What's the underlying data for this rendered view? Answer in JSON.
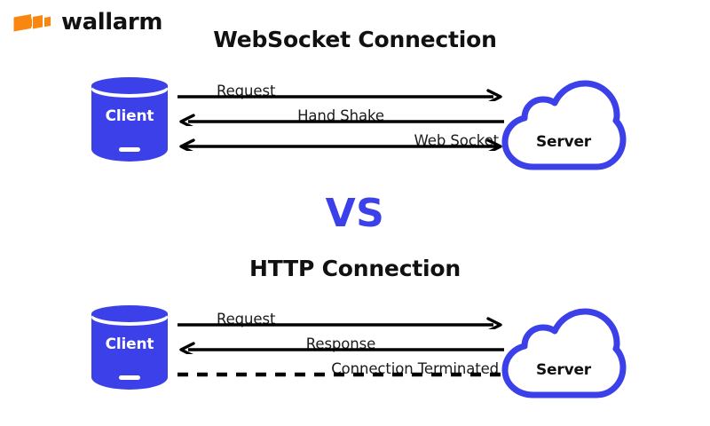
{
  "brand": {
    "name": "wallarm",
    "mark_icon": "wallarm-lightning-logo",
    "mark_color": "#F9860F",
    "text_color": "#111111"
  },
  "theme": {
    "blue": "#3B40E8",
    "orange": "#F9860F",
    "ink": "#111111",
    "background": "#FFFFFF"
  },
  "vs": {
    "label": "VS"
  },
  "sections": {
    "websocket": {
      "title": "WebSocket Connection",
      "client": {
        "label": "Client",
        "icon": "database-cylinder-icon"
      },
      "server": {
        "label": "Server",
        "icon": "cloud-icon"
      },
      "messages": [
        {
          "label": "Request",
          "direction": "right",
          "style": "solid",
          "align": "left"
        },
        {
          "label": "Hand Shake",
          "direction": "left",
          "style": "solid",
          "align": "center"
        },
        {
          "label": "Web Socket",
          "direction": "both",
          "style": "solid",
          "align": "right"
        }
      ]
    },
    "http": {
      "title": "HTTP Connection",
      "client": {
        "label": "Client",
        "icon": "database-cylinder-icon"
      },
      "server": {
        "label": "Server",
        "icon": "cloud-icon"
      },
      "messages": [
        {
          "label": "Request",
          "direction": "right",
          "style": "solid",
          "align": "left"
        },
        {
          "label": "Response",
          "direction": "left",
          "style": "solid",
          "align": "center"
        },
        {
          "label": "Connection Terminated",
          "direction": "none",
          "style": "dashed",
          "align": "right"
        }
      ]
    }
  }
}
